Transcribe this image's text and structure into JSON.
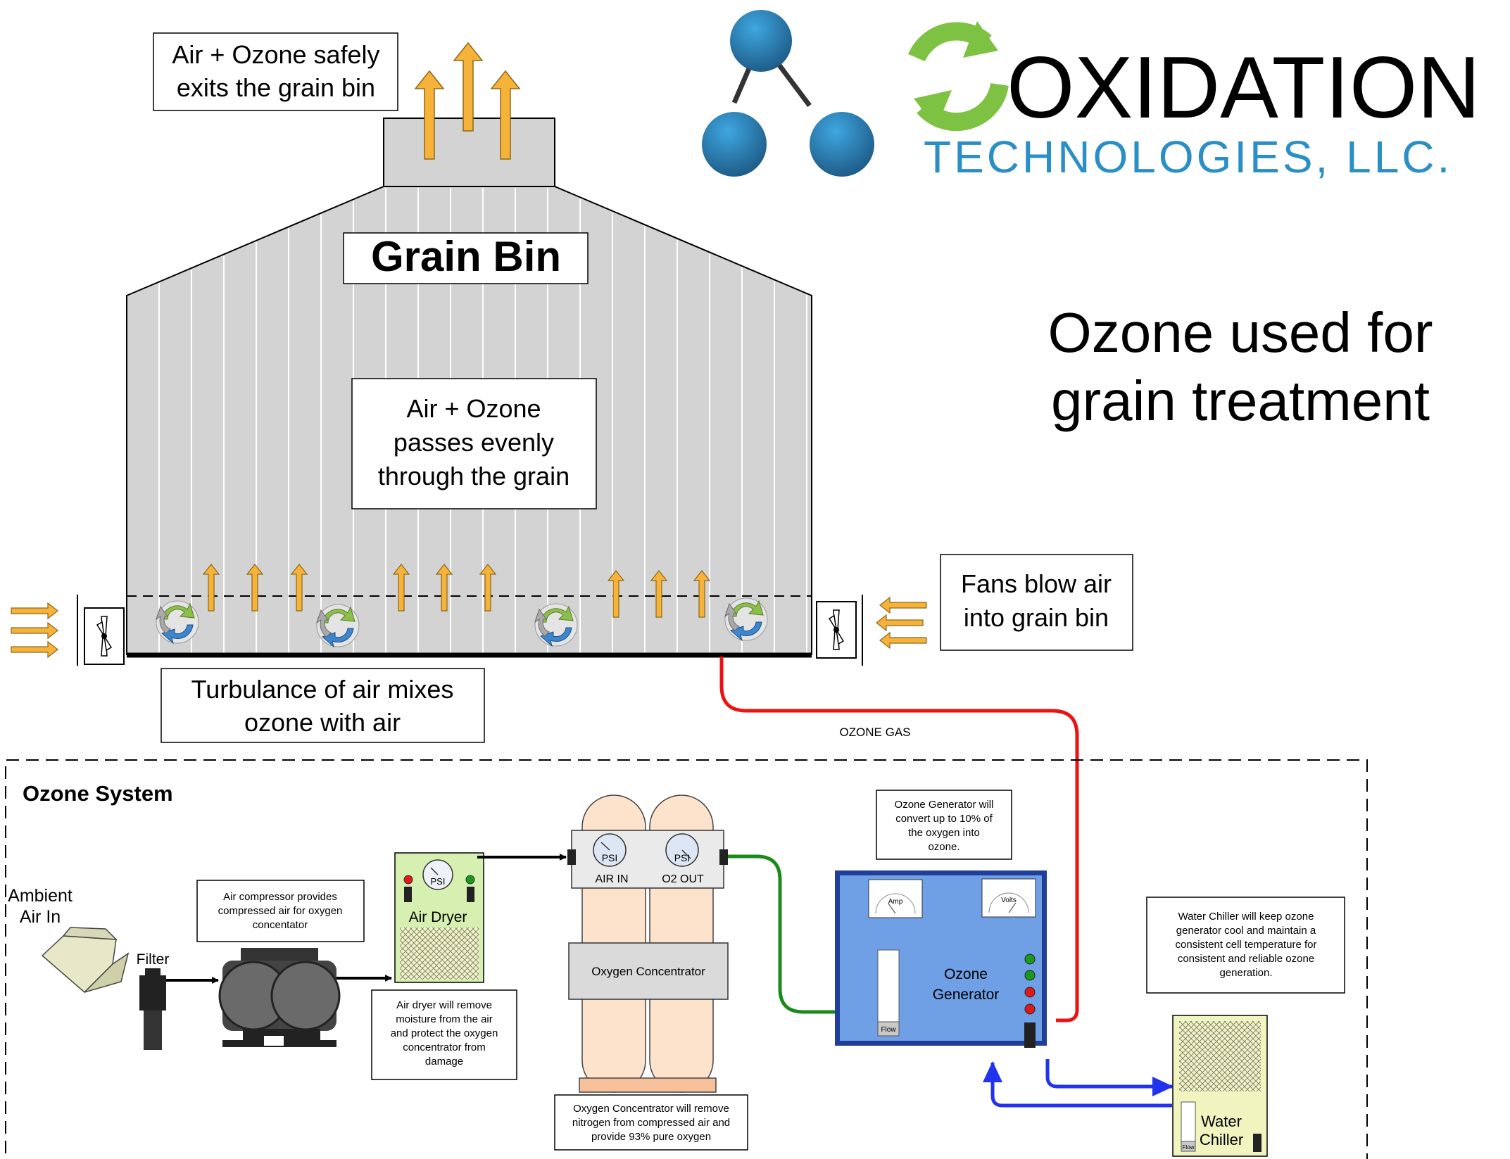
{
  "logo": {
    "word1": "OXIDATION",
    "word2": "TECHNOLOGIES, LLC.",
    "colors": {
      "molecule": "#2f8fc7",
      "ring": "#7dc242",
      "text_primary": "#111111",
      "text_secondary": "#2a8fc6"
    }
  },
  "headline": {
    "line1": "Ozone used for",
    "line2": "grain treatment"
  },
  "bin": {
    "title": "Grain Bin",
    "exit_note": {
      "line1": "Air + Ozone safely",
      "line2": "exits the grain bin"
    },
    "pass_note": {
      "line1": "Air + Ozone",
      "line2": "passes evenly",
      "line3": "through the grain"
    },
    "fans_note": {
      "line1": "Fans blow air",
      "line2": "into grain bin"
    },
    "turbulence_note": {
      "line1": "Turbulance of air mixes",
      "line2": "ozone with air"
    }
  },
  "pipe_label": "OZONE GAS",
  "system": {
    "title": "Ozone System",
    "ambient": {
      "line1": "Ambient",
      "line2": "Air In"
    },
    "filter": "Filter",
    "compressor_note": {
      "line1": "Air compressor provides",
      "line2": "compressed air for oxygen",
      "line3": "concentator"
    },
    "dryer": {
      "label": "Air Dryer",
      "gauge": "PSI"
    },
    "dryer_note": {
      "line1": "Air dryer will remove",
      "line2": "moisture from the air",
      "line3": "and protect the oxygen",
      "line4": "concentrator from",
      "line5": "damage"
    },
    "concentrator": {
      "label": "Oxygen Concentrator",
      "gauge_left": "PSI",
      "gauge_right": "PSI",
      "port_in": "AIR IN",
      "port_out": "O2 OUT"
    },
    "concentrator_note": {
      "line1": "Oxygen Concentrator will remove",
      "line2": "nitrogen from compressed air and",
      "line3": "provide 93% pure oxygen"
    },
    "generator": {
      "line1": "Ozone",
      "line2": "Generator",
      "gauge_amp": "Amp",
      "gauge_volts": "Volts",
      "flow": "Flow"
    },
    "generator_note": {
      "line1": "Ozone Generator will",
      "line2": "convert up to 10% of",
      "line3": "the oxygen into",
      "line4": "ozone."
    },
    "chiller": {
      "line1": "Water",
      "line2": "Chiller",
      "flow": "Flow"
    },
    "chiller_note": {
      "line1": "Water Chiller will keep ozone",
      "line2": "generator cool and maintain a",
      "line3": "consistent cell temperature for",
      "line4": "consistent and reliable ozone",
      "line5": "generation."
    }
  },
  "colors": {
    "ozone_line": "#ee1111",
    "oxygen_line": "#1a8a1a",
    "water_line": "#2233ee",
    "arrow_fill": "#f7b23a",
    "bin_fill": "#d3d3d3",
    "generator_fill": "#6fa0e6"
  }
}
